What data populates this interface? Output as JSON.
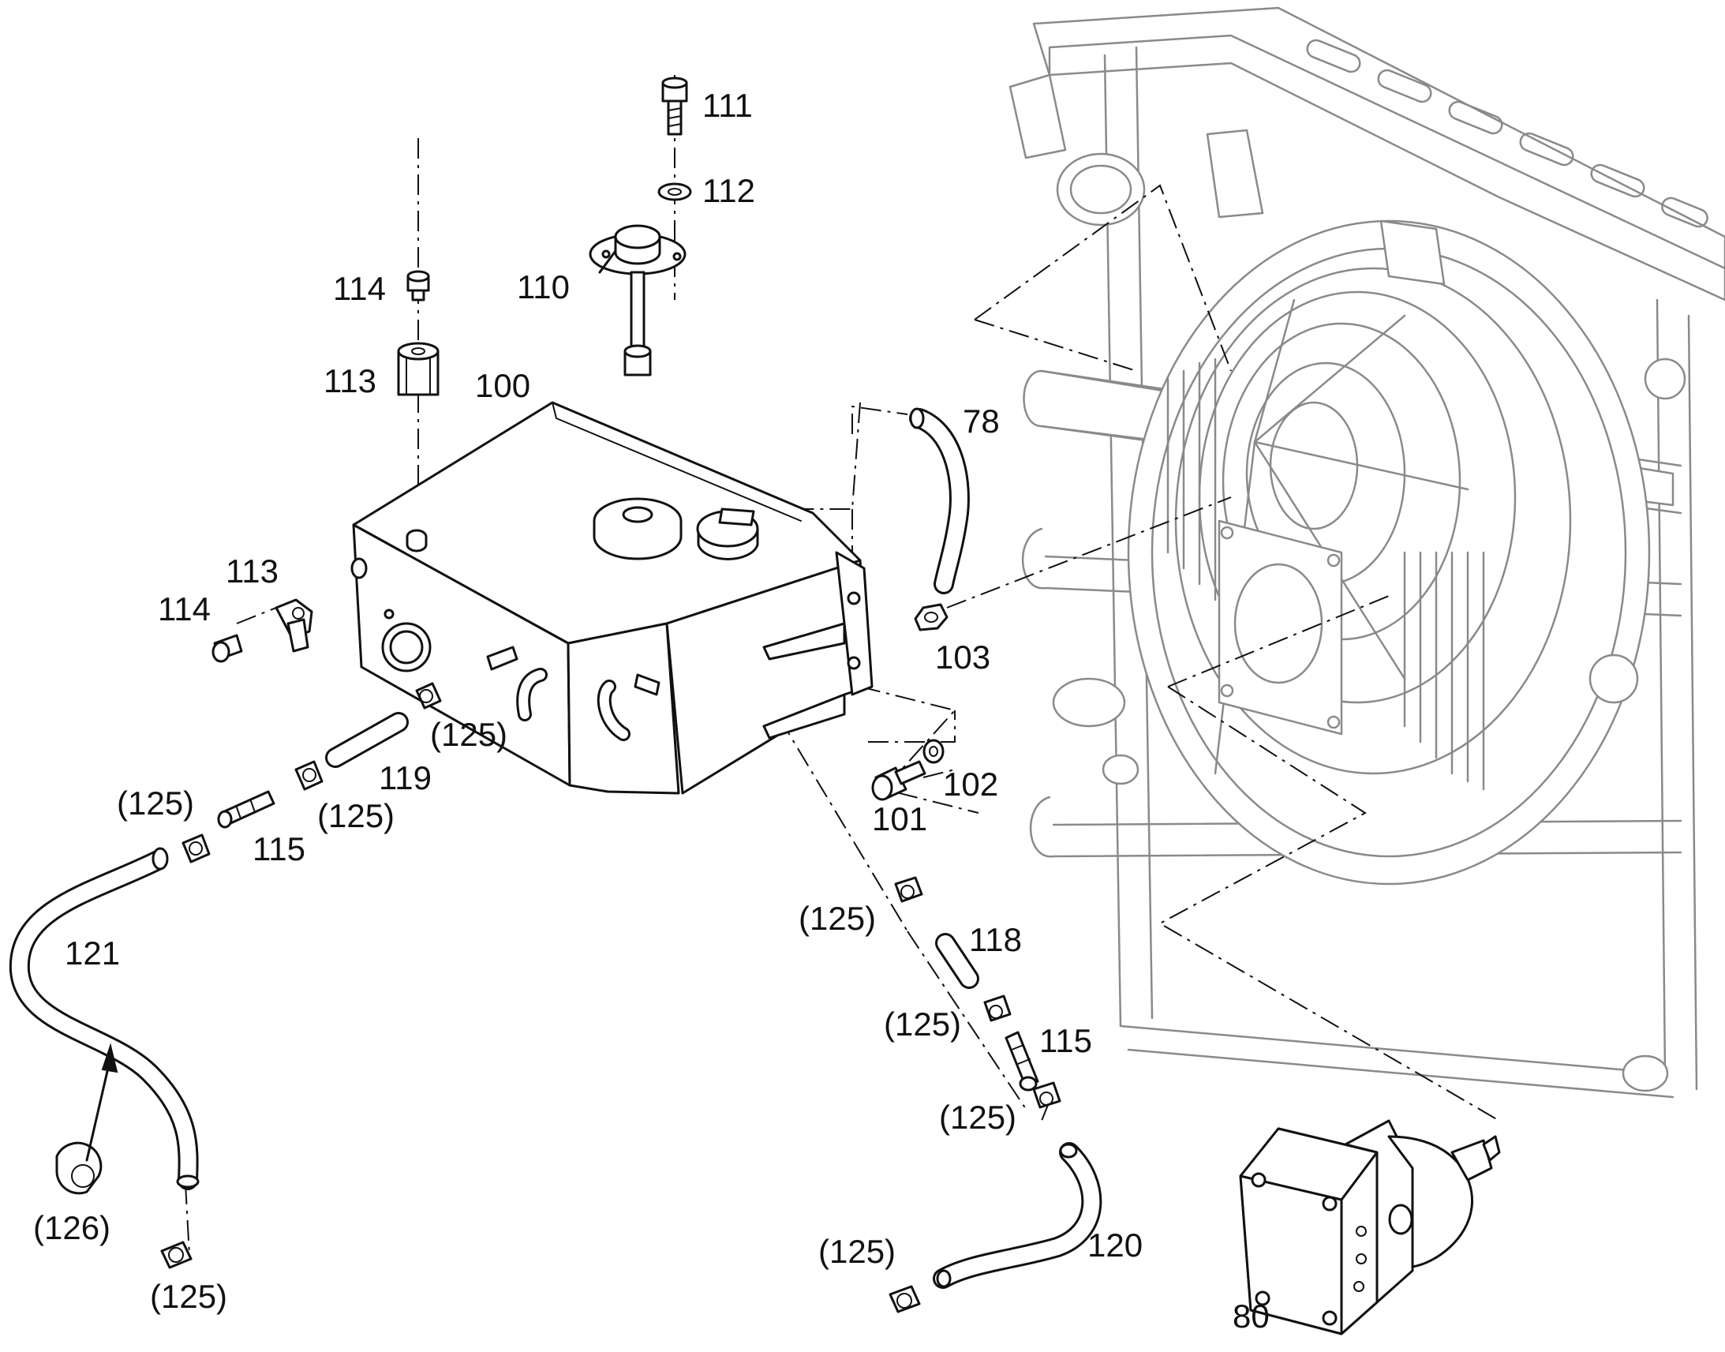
{
  "callouts": {
    "c78": "78",
    "c80": "80",
    "c100": "100",
    "c101": "101",
    "c102": "102",
    "c103": "103",
    "c110": "110",
    "c111": "111",
    "c112": "112",
    "c113a": "113",
    "c113b": "113",
    "c114a": "114",
    "c114b": "114",
    "c115a": "115",
    "c115b": "115",
    "c118": "118",
    "c119": "119",
    "c120": "120",
    "c121": "121",
    "c125a": "(125)",
    "c125b": "(125)",
    "c125c": "(125)",
    "c125d": "(125)",
    "c125e": "(125)",
    "c125f": "(125)",
    "c125g": "(125)",
    "c125h": "(125)",
    "c126": "(126)"
  }
}
